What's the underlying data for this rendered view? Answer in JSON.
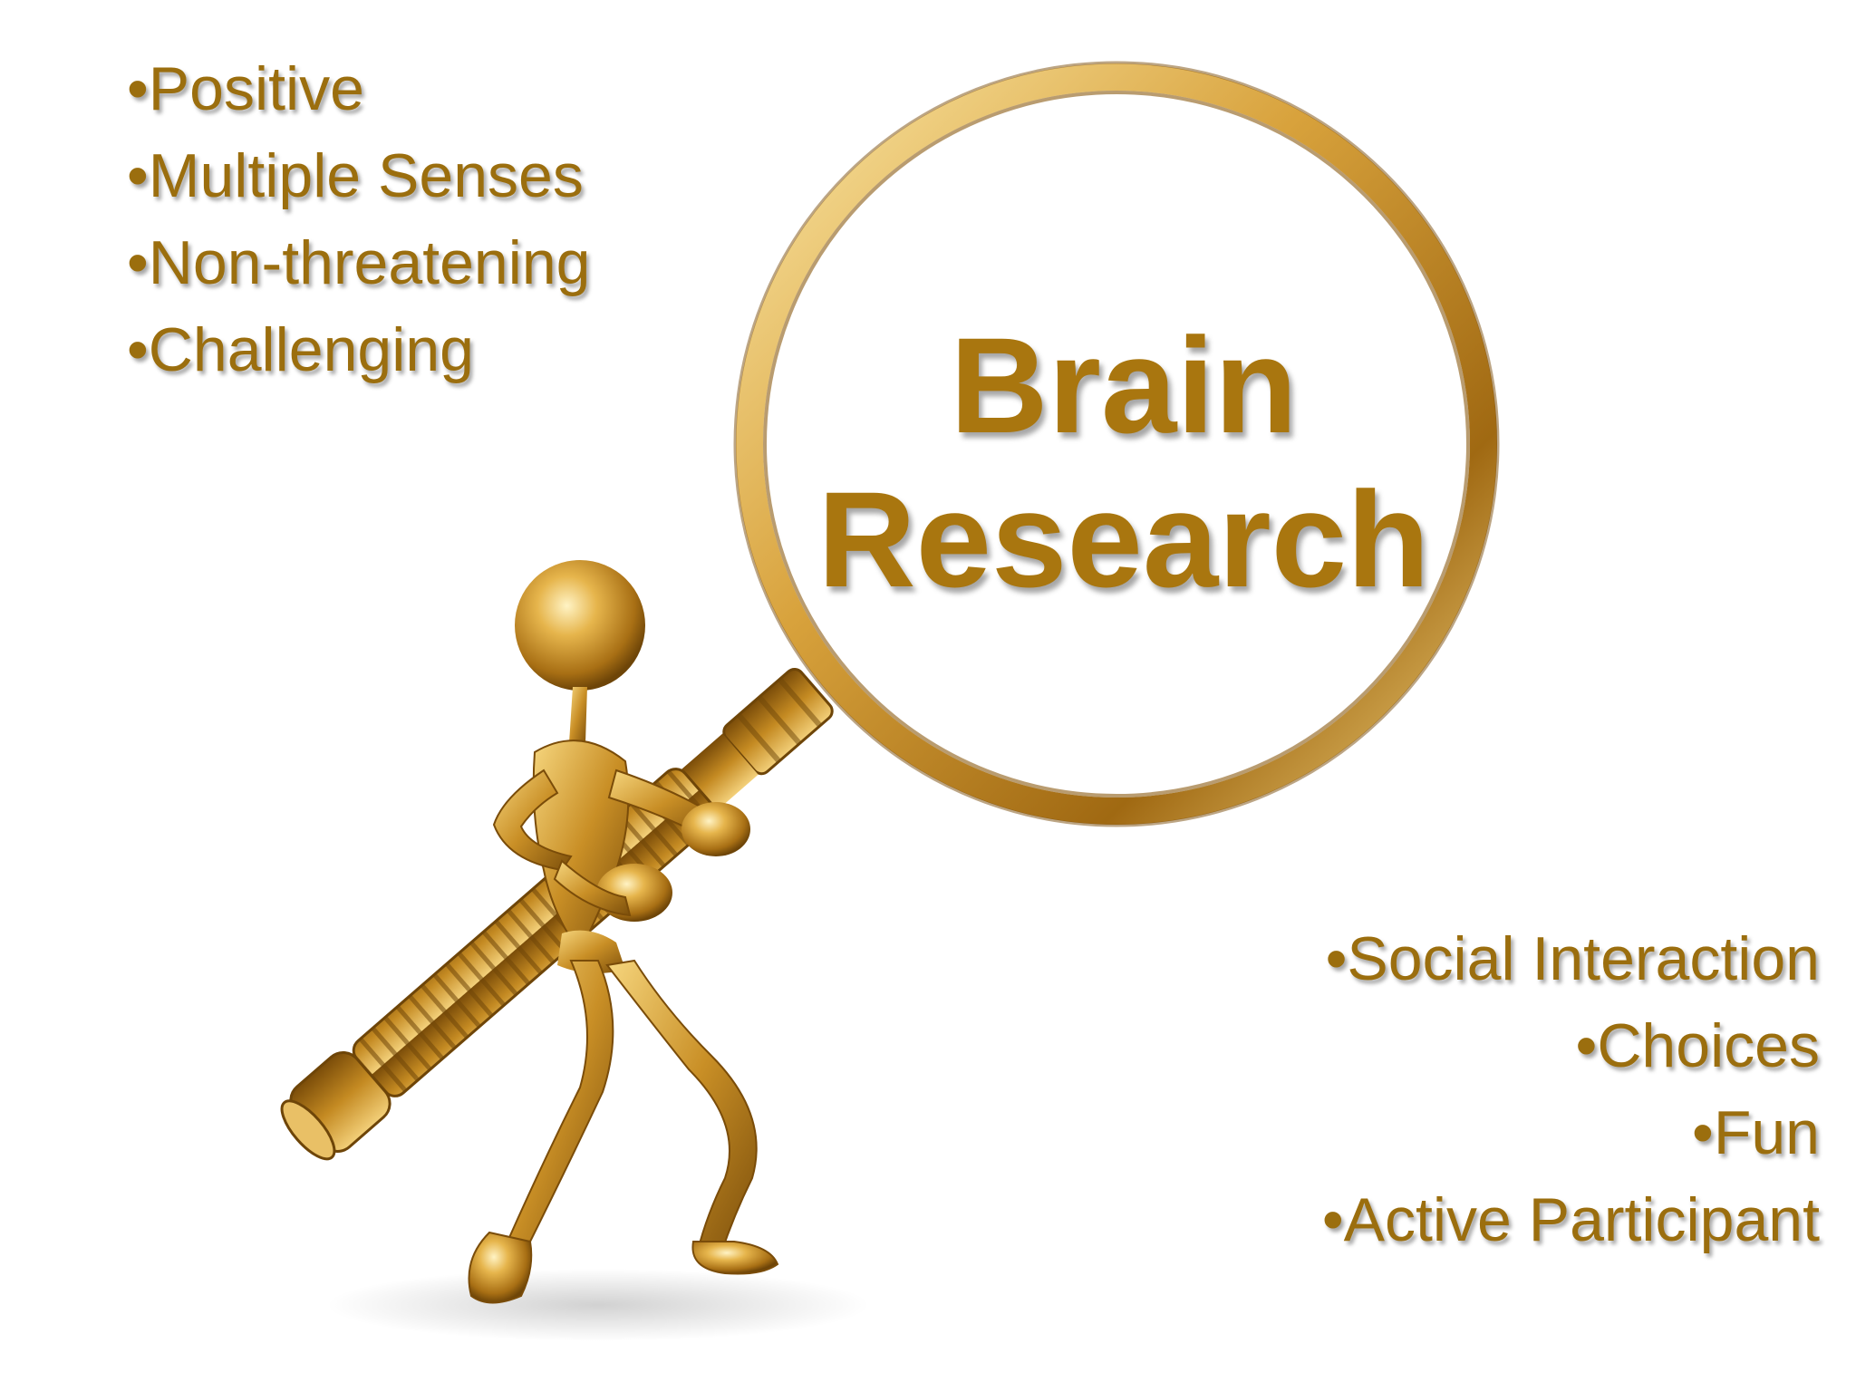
{
  "slide": {
    "left_bullets": [
      "•Positive",
      "•Multiple Senses",
      "•Non-threatening",
      "•Challenging"
    ],
    "title_lines": [
      "Brain",
      "Research"
    ],
    "right_bullets": [
      "•Social Interaction",
      "•Choices",
      "•Fun",
      "•Active Participant"
    ]
  },
  "colors": {
    "text_gold": "#9b6e0e",
    "title_gold": "#a9760f",
    "figure_gold": "#d9a33a",
    "figure_dark": "#8a5a10",
    "background": "#ffffff"
  },
  "icons": {
    "illustration": "gold-figure-with-magnifying-glass-icon"
  }
}
